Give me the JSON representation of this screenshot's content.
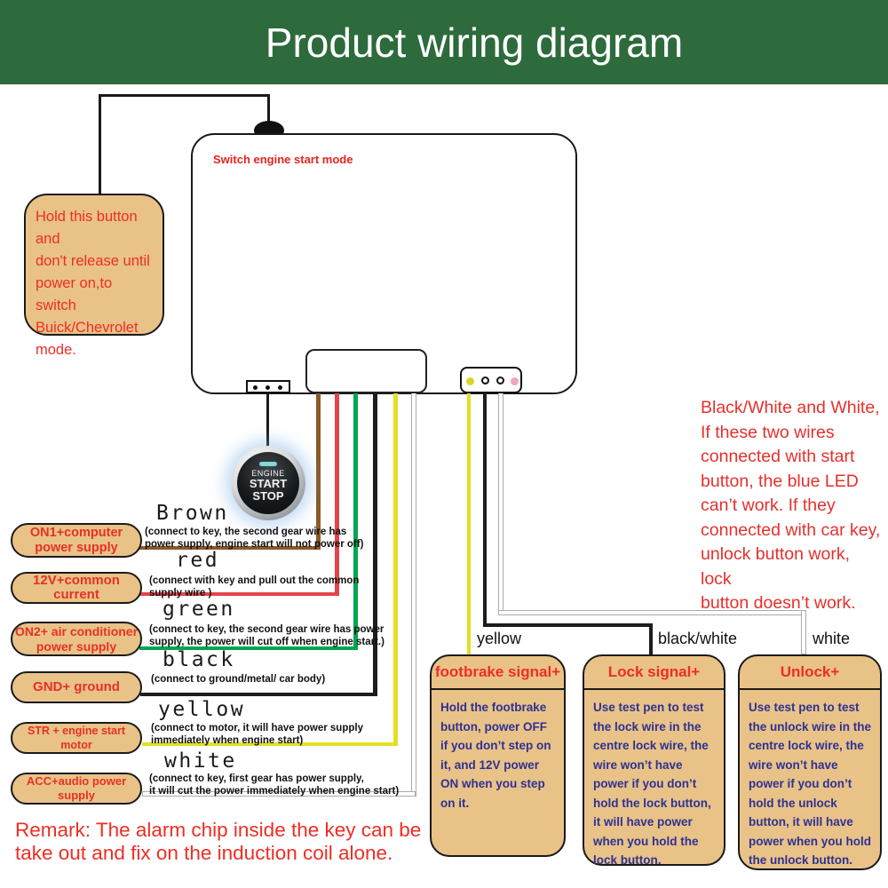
{
  "header": {
    "title": "Product wiring diagram",
    "bg_color": "#2d6a3c"
  },
  "colors": {
    "panel_tan": "#e9c288",
    "red_text": "#ee2e24",
    "blue_text": "#2e3192",
    "wire_brown": "#8a5a28",
    "wire_red": "#e5444b",
    "wire_green": "#00a651",
    "wire_black": "#1d1d1b",
    "wire_yellow": "#e2df25",
    "wire_white": "#ffffff"
  },
  "callout": {
    "text": "Hold this button and\ndon't release until\npower on,to switch\nBuick/Chevrolet\nmode."
  },
  "main_box": {
    "label": "Switch engine start mode"
  },
  "engine_button": {
    "line1": "ENGINE",
    "line2": "START",
    "line3": "STOP"
  },
  "left_pills": [
    {
      "label": "ON1+computer\npower supply"
    },
    {
      "label": "12V+common current"
    },
    {
      "label": "ON2+ air conditioner\npower supply"
    },
    {
      "label": "GND+ ground"
    },
    {
      "label": "STR + engine start motor"
    },
    {
      "label": "ACC+audio power supply"
    }
  ],
  "wires": [
    {
      "name": "Brown",
      "color": "#8a5a28",
      "desc": "(connect to key, the second gear wire has\npower supply, engine start will not power off)"
    },
    {
      "name": "red",
      "color": "#e5444b",
      "desc": "(connect with key and pull out the common\nsupply wire )"
    },
    {
      "name": "green",
      "color": "#00a651",
      "desc": "(connect to key, the second gear wire has power\nsupply, the power will cut off when engine start.)"
    },
    {
      "name": "black",
      "color": "#1d1d1b",
      "desc": "(connect to ground/metal/ car body)"
    },
    {
      "name": "yellow",
      "color": "#e2df25",
      "desc": "(connect to motor, it will have power supply\nimmediately when engine start)"
    },
    {
      "name": "white",
      "color": "#ffffff",
      "desc": "(connect to key, first gear has power supply,\nit will cut the power immediately when engine start)"
    }
  ],
  "right_note": {
    "text": "Black/White and White,\nIf these two wires\nconnected with start\nbutton, the blue LED\ncan’t work. If they\nconnected with car key,\nunlock button work, lock\nbutton doesn’t work."
  },
  "bottom_wire_labels": [
    {
      "label": "yellow"
    },
    {
      "label": "black/white"
    },
    {
      "label": "white"
    }
  ],
  "bottom_boxes": [
    {
      "title": "footbrake signal+",
      "body": "Hold the footbrake button, power OFF if you don’t step on it, and 12V power ON when you step on it."
    },
    {
      "title": "Lock signal+",
      "body": "Use test pen to test the lock wire in the centre lock wire, the wire won’t have power if you don’t hold the lock button, it will have power when you hold the lock button."
    },
    {
      "title": "Unlock+",
      "body": "Use test pen to test the unlock wire in the centre lock wire, the wire won’t have power if you don’t hold the unlock button, it will have power when you hold the unlock button."
    }
  ],
  "remark": {
    "text": "Remark: The alarm chip inside the key can be\ntake out and fix on the induction coil alone."
  }
}
